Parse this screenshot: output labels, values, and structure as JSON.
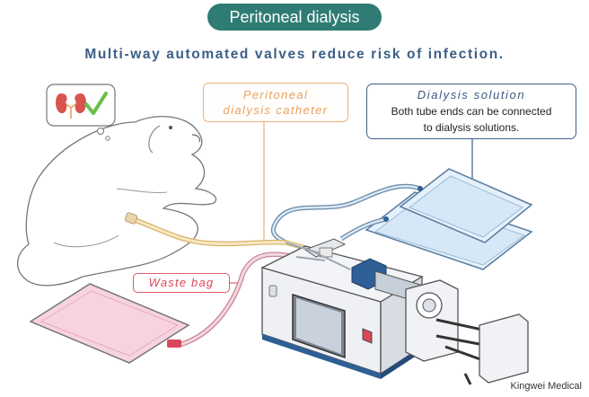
{
  "title": "Peritoneal dialysis",
  "subtitle": "Multi-way automated valves reduce risk of infection.",
  "labels": {
    "catheter": [
      "Peritoneal",
      "dialysis catheter"
    ],
    "solution_title": "Dialysis solution",
    "solution_text": [
      "Both tube ends can be connected",
      "to dialysis solutions."
    ],
    "waste_bag": "Waste bag"
  },
  "watermark": "Kingwei Medical",
  "icons": [
    "kidney-icon",
    "check-icon"
  ],
  "colors": {
    "title_bg": "#2e7c73",
    "subtitle": "#3c5f86",
    "catheter_accent": "#e8a15d",
    "solution_accent": "#3f5f86",
    "waste_accent": "#e05a6a",
    "waste_bag_fill": "#f7d3e0",
    "solution_bag_fill": "#d6e8f7"
  }
}
